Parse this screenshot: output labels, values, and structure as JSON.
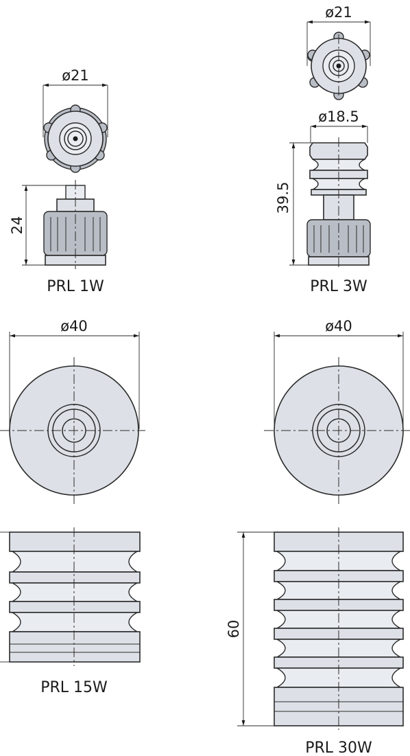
{
  "parts": {
    "prl1w": {
      "label": "PRL 1W",
      "dim_diameter": "ø21",
      "dim_height": "24"
    },
    "prl3w": {
      "label": "PRL 3W",
      "dim_diameter_top": "ø21",
      "dim_diameter_body": "ø18.5",
      "dim_height": "39.5"
    },
    "prl15w": {
      "label": "PRL 15W",
      "dim_diameter": "ø40"
    },
    "prl30w": {
      "label": "PRL 30W",
      "dim_diameter": "ø40",
      "dim_height": "60"
    }
  },
  "colors": {
    "body_fill": "#dde1e7",
    "line": "#2a2a2a"
  }
}
